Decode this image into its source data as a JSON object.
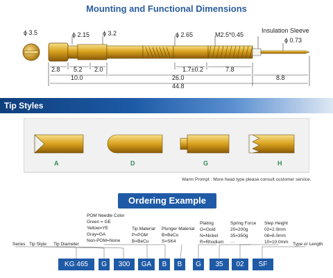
{
  "title": "Mounting and Functional Dimensions",
  "dims": {
    "d1": "ϕ 3.5",
    "d2": "ϕ 2.15",
    "d3": "ϕ 3.2",
    "d4": "ϕ 2.65",
    "d5": "M2.5*0.45",
    "insulation": "Insulation Sleeve",
    "d6": "ϕ 0.73",
    "l1": "2.8",
    "l2": "5.2",
    "l3": "2.0",
    "l4": "1.7±0.2",
    "l5": "7.8",
    "l6": "10.0",
    "l7": "26.0",
    "l8": "8.8",
    "l9": "44.8"
  },
  "tips": {
    "title": "Tip Styles",
    "labels": [
      "A",
      "D",
      "G",
      "H"
    ],
    "warm": "Warm Prompt : More head type please consult customer service."
  },
  "ordering": {
    "title": "Ordering Example",
    "pom_head": "POM Needle Color",
    "pom_lines": [
      "Green = GE",
      "Yellow=YE",
      "Gray=GA",
      "Non-POM=None"
    ],
    "tip_material": [
      "Tip Material",
      "P=POM",
      "B=BeCu"
    ],
    "plunger_material": [
      "Plunger Material",
      "B=BeCu",
      "S=SK4"
    ],
    "plating": [
      "Plating",
      "G=Gold",
      "N=Nickel",
      "R=Rhodium"
    ],
    "spring_force": [
      "Spring Force",
      "20=200g",
      "35=350g",
      "···"
    ],
    "step_height": [
      "Step Height",
      "02=2.0mm",
      "08=8.0mm",
      "10=10.0mm"
    ],
    "series": "Series",
    "tip_style": "Tip Style",
    "tip_diameter": "Tip Diameter",
    "type_or_length": "Type or Length",
    "codes": [
      "KG 465",
      "G",
      "300",
      "GA",
      "B",
      "B",
      "G",
      "35",
      "02",
      "SF"
    ]
  },
  "colors": {
    "brand_blue": "#1f5aa6",
    "gold": "#d9a21e",
    "tip_label_green": "#2e8b57"
  }
}
